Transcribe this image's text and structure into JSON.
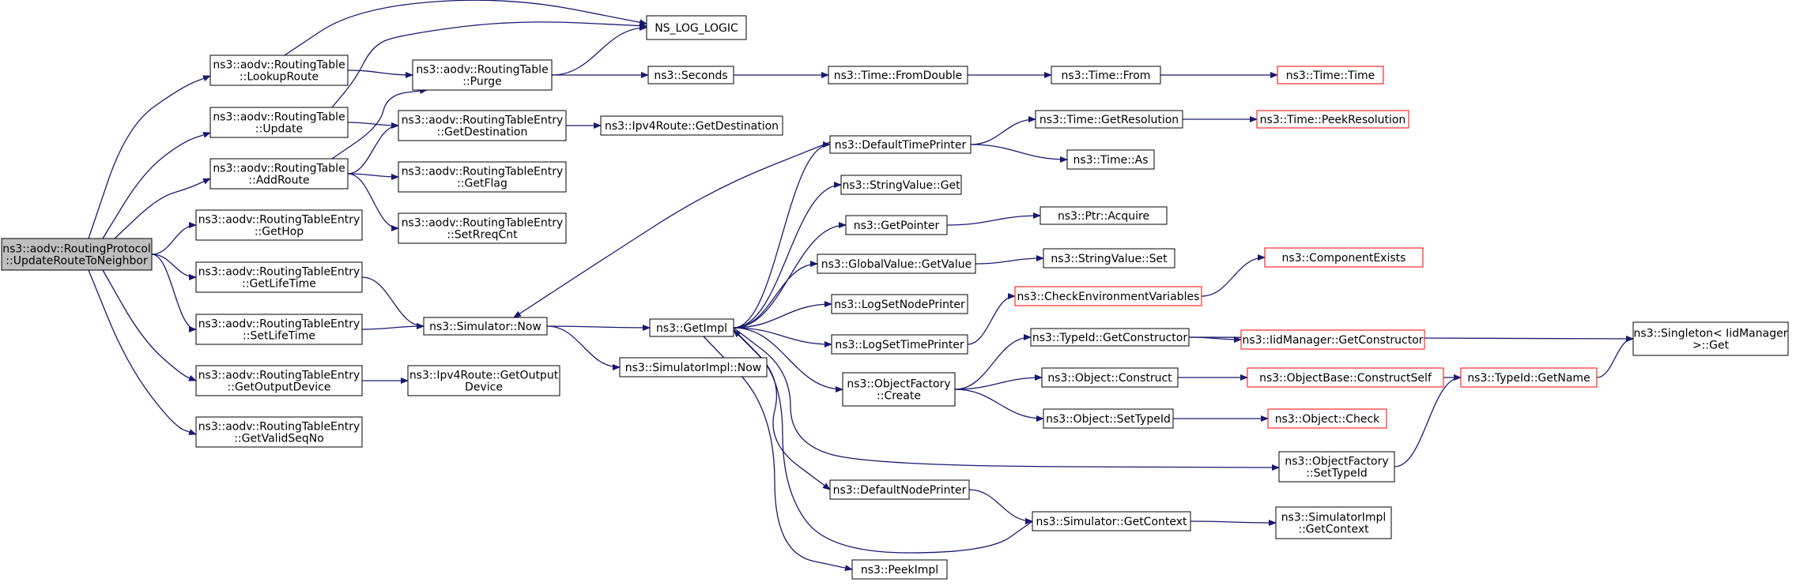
{
  "colors": {
    "edge": "#191970",
    "node_border": "#000000",
    "truncated_border": "#ff0000",
    "root_fill": "#bfbfbf",
    "node_fill": "#ffffff",
    "background": "#ffffff"
  },
  "nodes": {
    "root": {
      "lines": [
        "ns3::aodv::RoutingProtocol",
        "::UpdateRouteToNeighbor"
      ],
      "truncated": false,
      "root": true
    },
    "lookup": {
      "lines": [
        "ns3::aodv::RoutingTable",
        "::LookupRoute"
      ],
      "truncated": false
    },
    "update": {
      "lines": [
        "ns3::aodv::RoutingTable",
        "::Update"
      ],
      "truncated": false
    },
    "addroute": {
      "lines": [
        "ns3::aodv::RoutingTable",
        "::AddRoute"
      ],
      "truncated": false
    },
    "gethop": {
      "lines": [
        "ns3::aodv::RoutingTableEntry",
        "::GetHop"
      ],
      "truncated": false
    },
    "getlifetime": {
      "lines": [
        "ns3::aodv::RoutingTableEntry",
        "::GetLifeTime"
      ],
      "truncated": false
    },
    "setlifetime": {
      "lines": [
        "ns3::aodv::RoutingTableEntry",
        "::SetLifeTime"
      ],
      "truncated": false
    },
    "getoutputdevice": {
      "lines": [
        "ns3::aodv::RoutingTableEntry",
        "::GetOutputDevice"
      ],
      "truncated": false
    },
    "getvalidseqno": {
      "lines": [
        "ns3::aodv::RoutingTableEntry",
        "::GetValidSeqNo"
      ],
      "truncated": false
    },
    "nslog": {
      "lines": [
        "NS_LOG_LOGIC"
      ],
      "truncated": false
    },
    "purge": {
      "lines": [
        "ns3::aodv::RoutingTable",
        "::Purge"
      ],
      "truncated": false
    },
    "getdest": {
      "lines": [
        "ns3::aodv::RoutingTableEntry",
        "::GetDestination"
      ],
      "truncated": false
    },
    "getflag": {
      "lines": [
        "ns3::aodv::RoutingTableEntry",
        "::GetFlag"
      ],
      "truncated": false
    },
    "setrreqcnt": {
      "lines": [
        "ns3::aodv::RoutingTableEntry",
        "::SetRreqCnt"
      ],
      "truncated": false
    },
    "simnow": {
      "lines": [
        "ns3::Simulator::Now"
      ],
      "truncated": false
    },
    "ipv4getout": {
      "lines": [
        "ns3::Ipv4Route::GetOutput",
        "Device"
      ],
      "truncated": false
    },
    "seconds": {
      "lines": [
        "ns3::Seconds"
      ],
      "truncated": false
    },
    "ipv4getdest": {
      "lines": [
        "ns3::Ipv4Route::GetDestination"
      ],
      "truncated": false
    },
    "getimpl": {
      "lines": [
        "ns3::GetImpl"
      ],
      "truncated": false
    },
    "simimplnow": {
      "lines": [
        "ns3::SimulatorImpl::Now"
      ],
      "truncated": false
    },
    "fromdouble": {
      "lines": [
        "ns3::Time::FromDouble"
      ],
      "truncated": false
    },
    "deftimeprinter": {
      "lines": [
        "ns3::DefaultTimePrinter"
      ],
      "truncated": false
    },
    "strvalget": {
      "lines": [
        "ns3::StringValue::Get"
      ],
      "truncated": false
    },
    "getpointer": {
      "lines": [
        "ns3::GetPointer"
      ],
      "truncated": false
    },
    "gvgetvalue": {
      "lines": [
        "ns3::GlobalValue::GetValue"
      ],
      "truncated": false
    },
    "logsetnode": {
      "lines": [
        "ns3::LogSetNodePrinter"
      ],
      "truncated": false
    },
    "logsettime": {
      "lines": [
        "ns3::LogSetTimePrinter"
      ],
      "truncated": false
    },
    "ofcreate": {
      "lines": [
        "ns3::ObjectFactory",
        "::Create"
      ],
      "truncated": false
    },
    "defnodeprinter": {
      "lines": [
        "ns3::DefaultNodePrinter"
      ],
      "truncated": false
    },
    "peekimpl": {
      "lines": [
        "ns3::PeekImpl"
      ],
      "truncated": false
    },
    "timefrom": {
      "lines": [
        "ns3::Time::From"
      ],
      "truncated": false
    },
    "getres": {
      "lines": [
        "ns3::Time::GetResolution"
      ],
      "truncated": false
    },
    "timeas": {
      "lines": [
        "ns3::Time::As"
      ],
      "truncated": false
    },
    "ptracquire": {
      "lines": [
        "ns3::Ptr::Acquire"
      ],
      "truncated": false
    },
    "strvalset": {
      "lines": [
        "ns3::StringValue::Set"
      ],
      "truncated": false
    },
    "checkenv": {
      "lines": [
        "ns3::CheckEnvironmentVariables"
      ],
      "truncated": true
    },
    "tidgetctor": {
      "lines": [
        "ns3::TypeId::GetConstructor"
      ],
      "truncated": false
    },
    "objconstruct": {
      "lines": [
        "ns3::Object::Construct"
      ],
      "truncated": false
    },
    "objsettypeid": {
      "lines": [
        "ns3::Object::SetTypeId"
      ],
      "truncated": false
    },
    "ofsettypeid": {
      "lines": [
        "ns3::ObjectFactory",
        "::SetTypeId"
      ],
      "truncated": false
    },
    "simgetctx": {
      "lines": [
        "ns3::Simulator::GetContext"
      ],
      "truncated": false
    },
    "timetime": {
      "lines": [
        "ns3::Time::Time"
      ],
      "truncated": true
    },
    "peekres": {
      "lines": [
        "ns3::Time::PeekResolution"
      ],
      "truncated": true
    },
    "compexists": {
      "lines": [
        "ns3::ComponentExists"
      ],
      "truncated": true
    },
    "iidgetctor": {
      "lines": [
        "ns3::IidManager::GetConstructor"
      ],
      "truncated": true
    },
    "objbaseconstruct": {
      "lines": [
        "ns3::ObjectBase::ConstructSelf"
      ],
      "truncated": true
    },
    "objcheck": {
      "lines": [
        "ns3::Object::Check"
      ],
      "truncated": true
    },
    "simimplgetctx": {
      "lines": [
        "ns3::SimulatorImpl",
        "::GetContext"
      ],
      "truncated": false
    },
    "tidgetname": {
      "lines": [
        "ns3::TypeId::GetName"
      ],
      "truncated": true
    },
    "singleton": {
      "lines": [
        "ns3::Singleton< IidManager",
        " >::Get"
      ],
      "truncated": false
    }
  },
  "edges": [
    [
      "root",
      "lookup"
    ],
    [
      "root",
      "update"
    ],
    [
      "root",
      "addroute"
    ],
    [
      "root",
      "gethop"
    ],
    [
      "root",
      "getlifetime"
    ],
    [
      "root",
      "setlifetime"
    ],
    [
      "root",
      "getoutputdevice"
    ],
    [
      "root",
      "getvalidseqno"
    ],
    [
      "lookup",
      "nslog"
    ],
    [
      "lookup",
      "purge"
    ],
    [
      "update",
      "nslog"
    ],
    [
      "update",
      "getdest"
    ],
    [
      "addroute",
      "purge"
    ],
    [
      "addroute",
      "getdest"
    ],
    [
      "addroute",
      "getflag"
    ],
    [
      "addroute",
      "setrreqcnt"
    ],
    [
      "getlifetime",
      "simnow"
    ],
    [
      "setlifetime",
      "simnow"
    ],
    [
      "getoutputdevice",
      "ipv4getout"
    ],
    [
      "purge",
      "nslog"
    ],
    [
      "purge",
      "seconds"
    ],
    [
      "getdest",
      "ipv4getdest"
    ],
    [
      "simnow",
      "getimpl"
    ],
    [
      "simnow",
      "simimplnow"
    ],
    [
      "seconds",
      "fromdouble"
    ],
    [
      "fromdouble",
      "timefrom"
    ],
    [
      "timefrom",
      "timetime"
    ],
    [
      "getimpl",
      "deftimeprinter"
    ],
    [
      "getimpl",
      "strvalget"
    ],
    [
      "getimpl",
      "getpointer"
    ],
    [
      "getimpl",
      "gvgetvalue"
    ],
    [
      "getimpl",
      "logsetnode"
    ],
    [
      "getimpl",
      "logsettime"
    ],
    [
      "getimpl",
      "ofcreate"
    ],
    [
      "getimpl",
      "ofsettypeid"
    ],
    [
      "getimpl",
      "defnodeprinter"
    ],
    [
      "getimpl",
      "peekimpl"
    ],
    [
      "deftimeprinter",
      "simnow"
    ],
    [
      "deftimeprinter",
      "getres"
    ],
    [
      "deftimeprinter",
      "timeas"
    ],
    [
      "getres",
      "peekres"
    ],
    [
      "getpointer",
      "ptracquire"
    ],
    [
      "gvgetvalue",
      "strvalset"
    ],
    [
      "logsettime",
      "checkenv"
    ],
    [
      "checkenv",
      "compexists"
    ],
    [
      "ofcreate",
      "tidgetctor"
    ],
    [
      "ofcreate",
      "objconstruct"
    ],
    [
      "ofcreate",
      "objsettypeid"
    ],
    [
      "tidgetctor",
      "singleton"
    ],
    [
      "tidgetctor",
      "iidgetctor"
    ],
    [
      "objconstruct",
      "objbaseconstruct"
    ],
    [
      "objbaseconstruct",
      "tidgetname"
    ],
    [
      "tidgetname",
      "singleton"
    ],
    [
      "objsettypeid",
      "objcheck"
    ],
    [
      "ofsettypeid",
      "tidgetname"
    ],
    [
      "defnodeprinter",
      "simgetctx"
    ],
    [
      "simgetctx",
      "getimpl"
    ],
    [
      "simgetctx",
      "simimplgetctx"
    ]
  ]
}
